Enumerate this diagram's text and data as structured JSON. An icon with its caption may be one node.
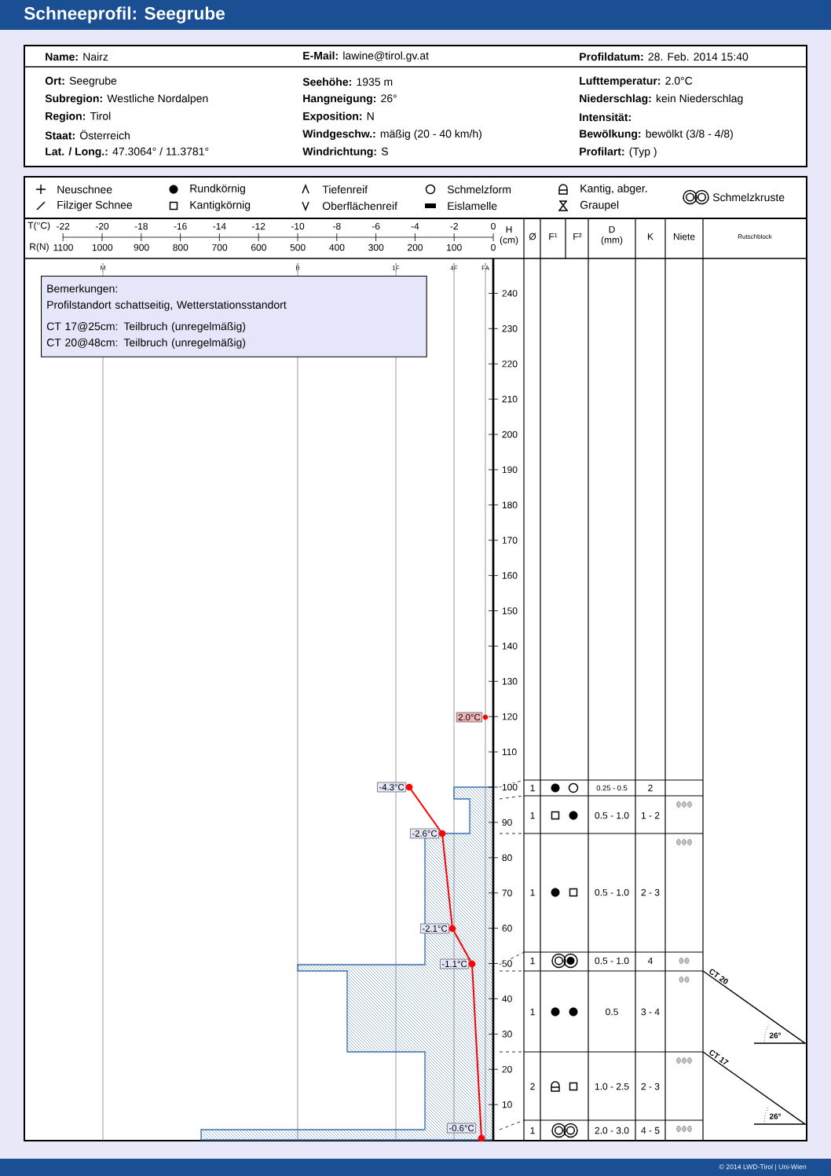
{
  "diagram": {
    "title": "Schneeprofil: Seegrube",
    "nodes": [
      {
        "text": [
          "Bemerkungen:",
          "Profilstandort schattseitig, Wetterstationsstandort",
          "CT 17@25cm: Teilbruch (unregelmäßig)",
          "CT 20@48cm: Teilbruch (unregelmäßig)"
        ]
      },
      {
        "text": [
          "2.0°C"
        ]
      },
      {
        "text": [
          "-4.3°C"
        ]
      },
      {
        "text": [
          "-2.6°C"
        ]
      },
      {
        "text": [
          "-2.1°C"
        ]
      },
      {
        "text": [
          "-1.1°C"
        ]
      },
      {
        "text": [
          "-0.6°C"
        ]
      }
    ],
    "labels": [
      "**Name:** Nairz",
      "**E-Mail:** lawine@tirol.gv.at",
      "**Profildatum:** 28. Feb. 2014 15:40",
      "**Ort:** Seegrube",
      "**Seehöhe:** 1935 m",
      "**Lufttemperatur:** 2.0°C",
      "**Subregion:** Westliche Nordalpen",
      "**Hangneigung:** 26°",
      "**Niederschlag:** kein Niederschlag",
      "**Region:** Tirol",
      "**Exposition:** N",
      "**Intensität:**",
      "**Staat:** Österreich",
      "**Windgeschw.:** mäßig (20 - 40 km/h)",
      "**Bewölkung:** bewölkt (3/8 - 4/8)",
      "**Lat. / Long.:** 47.3064° / 11.3781°",
      "**Windrichtung:** S",
      "**Profilart:** (Typ )",
      "T(°C)",
      "-22",
      "-20",
      "-18",
      "-16",
      "-14",
      "-12",
      "-10",
      "-8",
      "-6",
      "-4",
      "-2",
      "0",
      "R(N)",
      "1100",
      "1000",
      "900",
      "800",
      "700",
      "600",
      "500",
      "400",
      "300",
      "200",
      "100",
      "0",
      "H (cm)",
      "Ø",
      "F¹",
      "F²",
      "D (mm)",
      "K",
      "Niete",
      "Rutschblock",
      "M",
      "B",
      "1F",
      "4F",
      "FA",
      "240",
      "230",
      "220",
      "210",
      "200",
      "190",
      "180",
      "170",
      "160",
      "150",
      "140",
      "130",
      "120",
      "110",
      "100",
      "90",
      "80",
      "70",
      "60",
      "50",
      "40",
      "30",
      "20",
      "10",
      "1",
      "0.25 - 0.5",
      "2",
      "1",
      "0.5 - 1.0",
      "1 - 2",
      "1",
      "0.5 - 1.0",
      "2 - 3",
      "1",
      "0.5 - 1.0",
      "4",
      "1",
      "0.5",
      "3 - 4",
      "2",
      "1.0 - 2.5",
      "2 - 3",
      "1",
      "2.0 - 3.0",
      "4 - 5",
      "CT 20",
      "26°",
      "CT 17",
      "26°",
      "© 2014 LWD-Tirol | Uni-Wien"
    ],
    "legend": [
      {
        "text": "Neuschnee"
      },
      {
        "text": "Filziger Schnee"
      },
      {
        "text": "Rundkörnig"
      },
      {
        "text": "Kantigkörnig"
      },
      {
        "text": "Tiefenreif"
      },
      {
        "text": "Oberflächenreif"
      },
      {
        "text": "Schmelzform"
      },
      {
        "text": "Eislamelle"
      },
      {
        "text": "Kantig, abger."
      },
      {
        "text": "Graupel"
      },
      {
        "text": "Schmelzkruste"
      }
    ]
  }
}
